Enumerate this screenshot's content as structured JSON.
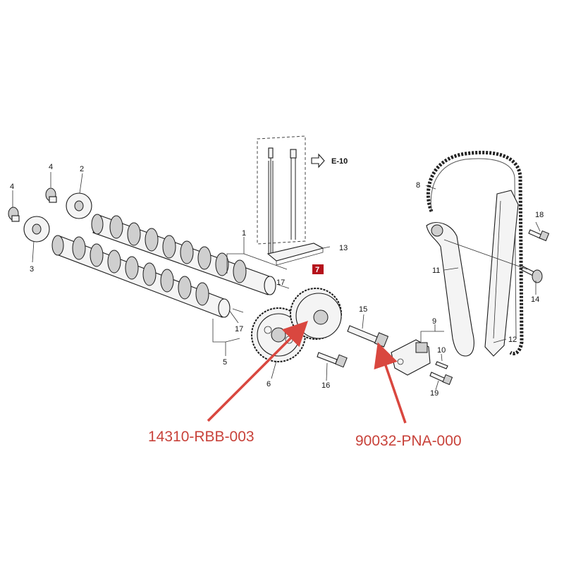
{
  "callouts": {
    "c1": "1",
    "c2": "2",
    "c3": "3",
    "c4a": "4",
    "c4b": "4",
    "c5": "5",
    "c6": "6",
    "c7": "7",
    "c8": "8",
    "c9": "9",
    "c10": "10",
    "c11": "11",
    "c12": "12",
    "c13": "13",
    "c14": "14",
    "c15": "15",
    "c16": "16",
    "c17a": "17",
    "c17b": "17",
    "c18": "18",
    "c19": "19"
  },
  "reference": {
    "label": "E-10"
  },
  "part_numbers": {
    "left": "14310-RBB-003",
    "right": "90032-PNA-000"
  },
  "colors": {
    "arrow": "#d9473f",
    "highlight_box": "#b5121b",
    "ink": "#1a1a1a"
  }
}
